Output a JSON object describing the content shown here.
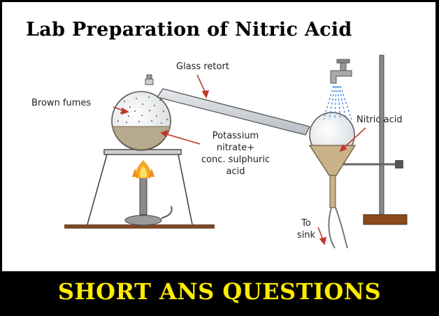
{
  "title": "Lab Preparation of Nitric Acid",
  "labels": {
    "glass_retort": "Glass retort",
    "brown_fumes": "Brown fumes",
    "potassium_line1": "Potassium",
    "potassium_line2": "nitrate+",
    "potassium_line3": "conc. sulphuric",
    "potassium_line4": "acid",
    "nitric_acid": "Nitric acid",
    "to": "To",
    "sink": "sink"
  },
  "banner": "SHORT ANS QUESTIONS",
  "colors": {
    "banner_text": "#ffeb00",
    "background": "#000000",
    "panel": "#ffffff",
    "arrow": "#c0392b",
    "acid_fill": "#1e1a63",
    "mixture_fill": "#b7a98b",
    "stand_base": "#8b4a1a",
    "bench": "#7a4a2a"
  },
  "icons": [
    "flame-icon",
    "tap-icon",
    "water-spray-icon"
  ]
}
